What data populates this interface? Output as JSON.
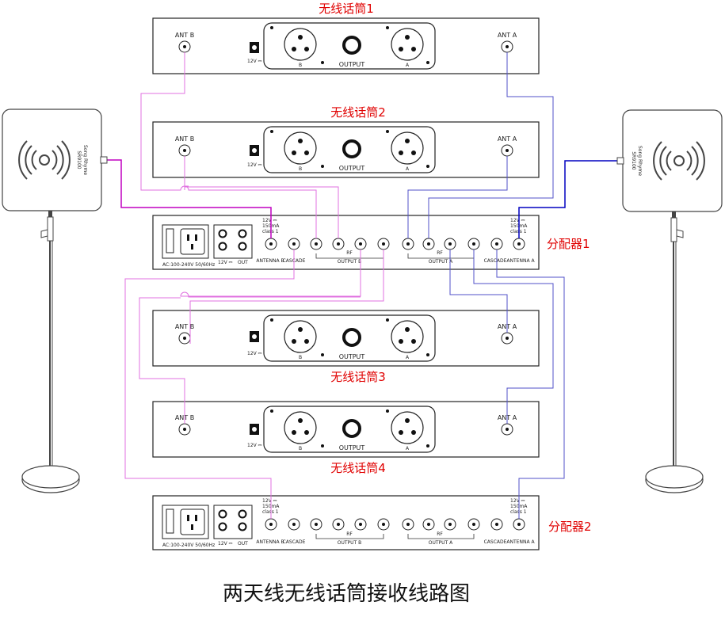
{
  "caption": "两天线无线话筒接收线路图",
  "receivers": [
    {
      "title": "无线话筒1",
      "ant_b": "ANT B",
      "ant_a": "ANT A",
      "power": "12V ⎓",
      "xlr_b": "B",
      "xlr_a": "A",
      "output": "OUTPUT"
    },
    {
      "title": "无线话筒2",
      "ant_b": "ANT B",
      "ant_a": "ANT A",
      "power": "12V ⎓",
      "xlr_b": "B",
      "xlr_a": "A",
      "output": "OUTPUT"
    },
    {
      "title": "无线话筒3",
      "ant_b": "ANT B",
      "ant_a": "ANT A",
      "power": "12V ⎓",
      "xlr_b": "B",
      "xlr_a": "A",
      "output": "OUTPUT"
    },
    {
      "title": "无线话筒4",
      "ant_b": "ANT B",
      "ant_a": "ANT A",
      "power": "12V ⎓",
      "xlr_b": "B",
      "xlr_a": "A",
      "output": "OUTPUT"
    }
  ],
  "distributors": [
    {
      "title": "分配器1",
      "ac": "AC:100-240V  50/60Hz",
      "power_out_12v": "12V ⎓",
      "power_out": "OUT",
      "spec_v": "12V ⎓",
      "spec_ma": "150mA",
      "spec_class": "class 1",
      "antenna_b": "ANTENNA B",
      "cascade": "CASCADE",
      "output_b": "OUTPUT B",
      "output_a": "OUTPUT A",
      "rf": "RF",
      "antenna_a": "ANTENNA A"
    },
    {
      "title": "分配器2",
      "ac": "AC:100-240V  50/60Hz",
      "power_out_12v": "12V ⎓",
      "power_out": "OUT",
      "spec_v": "12V ⎓",
      "spec_ma": "150mA",
      "spec_class": "class 1",
      "antenna_b": "ANTENNA B",
      "cascade": "CASCADE",
      "output_b": "OUTPUT B",
      "output_a": "OUTPUT A",
      "rf": "RF",
      "antenna_a": "ANTENNA A"
    }
  ],
  "antennas": {
    "left_brand": "Song Rhyme",
    "left_model": "SR9100",
    "right_brand": "Song Rhyme",
    "right_model": "SR9100"
  },
  "colors": {
    "cable_b": "#e070e0",
    "cable_a": "#5050c8",
    "antenna_b": "#c000c0",
    "antenna_a": "#0000c0",
    "title": "#e00000"
  }
}
